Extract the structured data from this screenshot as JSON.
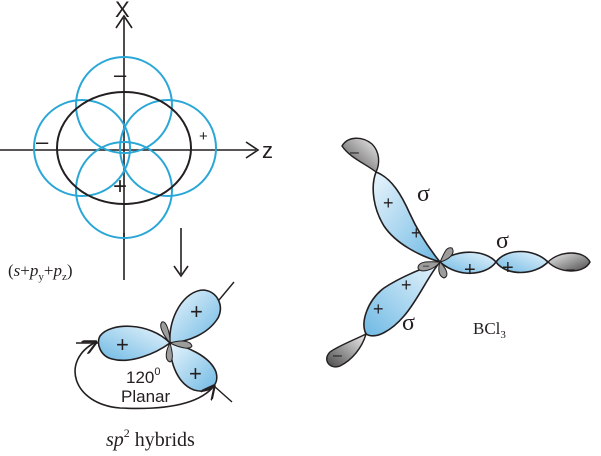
{
  "axes": {
    "x_label": "X",
    "z_label": "z"
  },
  "orbital_combination": {
    "prefix": "(",
    "s": "s",
    "plus1": "+",
    "p": "p",
    "sub_y": "y",
    "plus2": "+",
    "sub_z": "z",
    "suffix": ")"
  },
  "signs": {
    "plus": "+",
    "minus": "–"
  },
  "sp2_panel": {
    "angle_value": "120",
    "angle_degree": "0",
    "geometry": "Planar",
    "caption_sp": "sp",
    "caption_sup": "2",
    "caption_rest": " hybrids"
  },
  "bcl3_panel": {
    "sigma": "σ",
    "formula_main": "BCl",
    "formula_sub": "3"
  },
  "colors": {
    "circle_blue": "#2aa7d6",
    "lobe_fill": "#cfe7f6",
    "lobe_fill_dark": "#7fc2e6",
    "cl_lobe_light": "#d9d9d9",
    "cl_lobe_dark": "#555555",
    "ink": "#231f20"
  }
}
